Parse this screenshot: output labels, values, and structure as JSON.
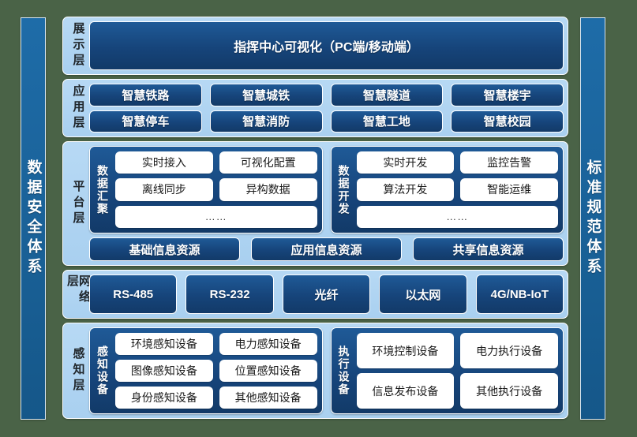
{
  "sides": {
    "left_label": "数据安全体系",
    "right_label": "标准规范体系"
  },
  "colors": {
    "page_background": "#4a6347",
    "panel_fill": "#b7d9f4",
    "chip_fill": "#16447a",
    "side_bar_fill": "#1a6299",
    "white_chip_fill": "#ffffff"
  },
  "layers": {
    "presentation": {
      "label": "展示层",
      "item": "指挥中心可视化（PC端/移动端）"
    },
    "application": {
      "label": "应用层",
      "row1": [
        "智慧铁路",
        "智慧城铁",
        "智慧隧道",
        "智慧楼宇"
      ],
      "row2": [
        "智慧停车",
        "智慧消防",
        "智慧工地",
        "智慧校园"
      ]
    },
    "platform": {
      "label": "平台层",
      "groups": [
        {
          "title": "数据汇聚",
          "row1": [
            "实时接入",
            "可视化配置"
          ],
          "row2": [
            "离线同步",
            "异构数据"
          ],
          "more": "……"
        },
        {
          "title": "数据开发",
          "row1": [
            "实时开发",
            "监控告警"
          ],
          "row2": [
            "算法开发",
            "智能运维"
          ],
          "more": "……"
        }
      ],
      "resources": [
        "基础信息资源",
        "应用信息资源",
        "共享信息资源"
      ]
    },
    "network": {
      "label": "网络层",
      "items": [
        "RS-485",
        "RS-232",
        "光纤",
        "以太网",
        "4G/NB-IoT"
      ]
    },
    "perception": {
      "label": "感知层",
      "groups": [
        {
          "title": "感知设备",
          "row1": [
            "环境感知设备",
            "电力感知设备"
          ],
          "row2": [
            "图像感知设备",
            "位置感知设备"
          ],
          "row3": [
            "身份感知设备",
            "其他感知设备"
          ]
        },
        {
          "title": "执行设备",
          "row1": [
            "环境控制设备",
            "电力执行设备"
          ],
          "row2": [
            "信息发布设备",
            "其他执行设备"
          ]
        }
      ]
    }
  }
}
